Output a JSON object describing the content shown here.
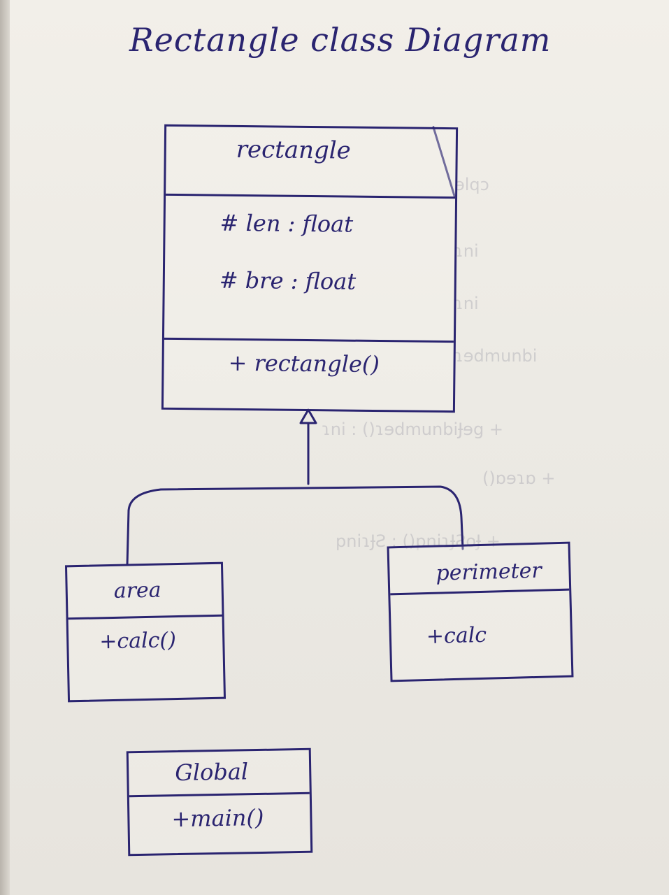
{
  "title": "Rectangle class Diagram",
  "classes": {
    "rectangle": {
      "name": "rectangle",
      "attributes": [
        "# len : float",
        "# bre : float"
      ],
      "methods": [
        "+ rectangle()"
      ]
    },
    "area": {
      "name": "area",
      "methods": [
        "+calc()"
      ]
    },
    "perimeter": {
      "name": "perimeter",
      "methods": [
        "+calc"
      ]
    },
    "global": {
      "name": "Global",
      "methods": [
        "+main()"
      ]
    }
  },
  "relations": [
    {
      "type": "inheritance",
      "from": "area",
      "to": "rectangle"
    },
    {
      "type": "inheritance",
      "from": "perimeter",
      "to": "rectangle"
    }
  ],
  "colors": {
    "ink": "#2a2470",
    "paper": "#eceae4"
  }
}
